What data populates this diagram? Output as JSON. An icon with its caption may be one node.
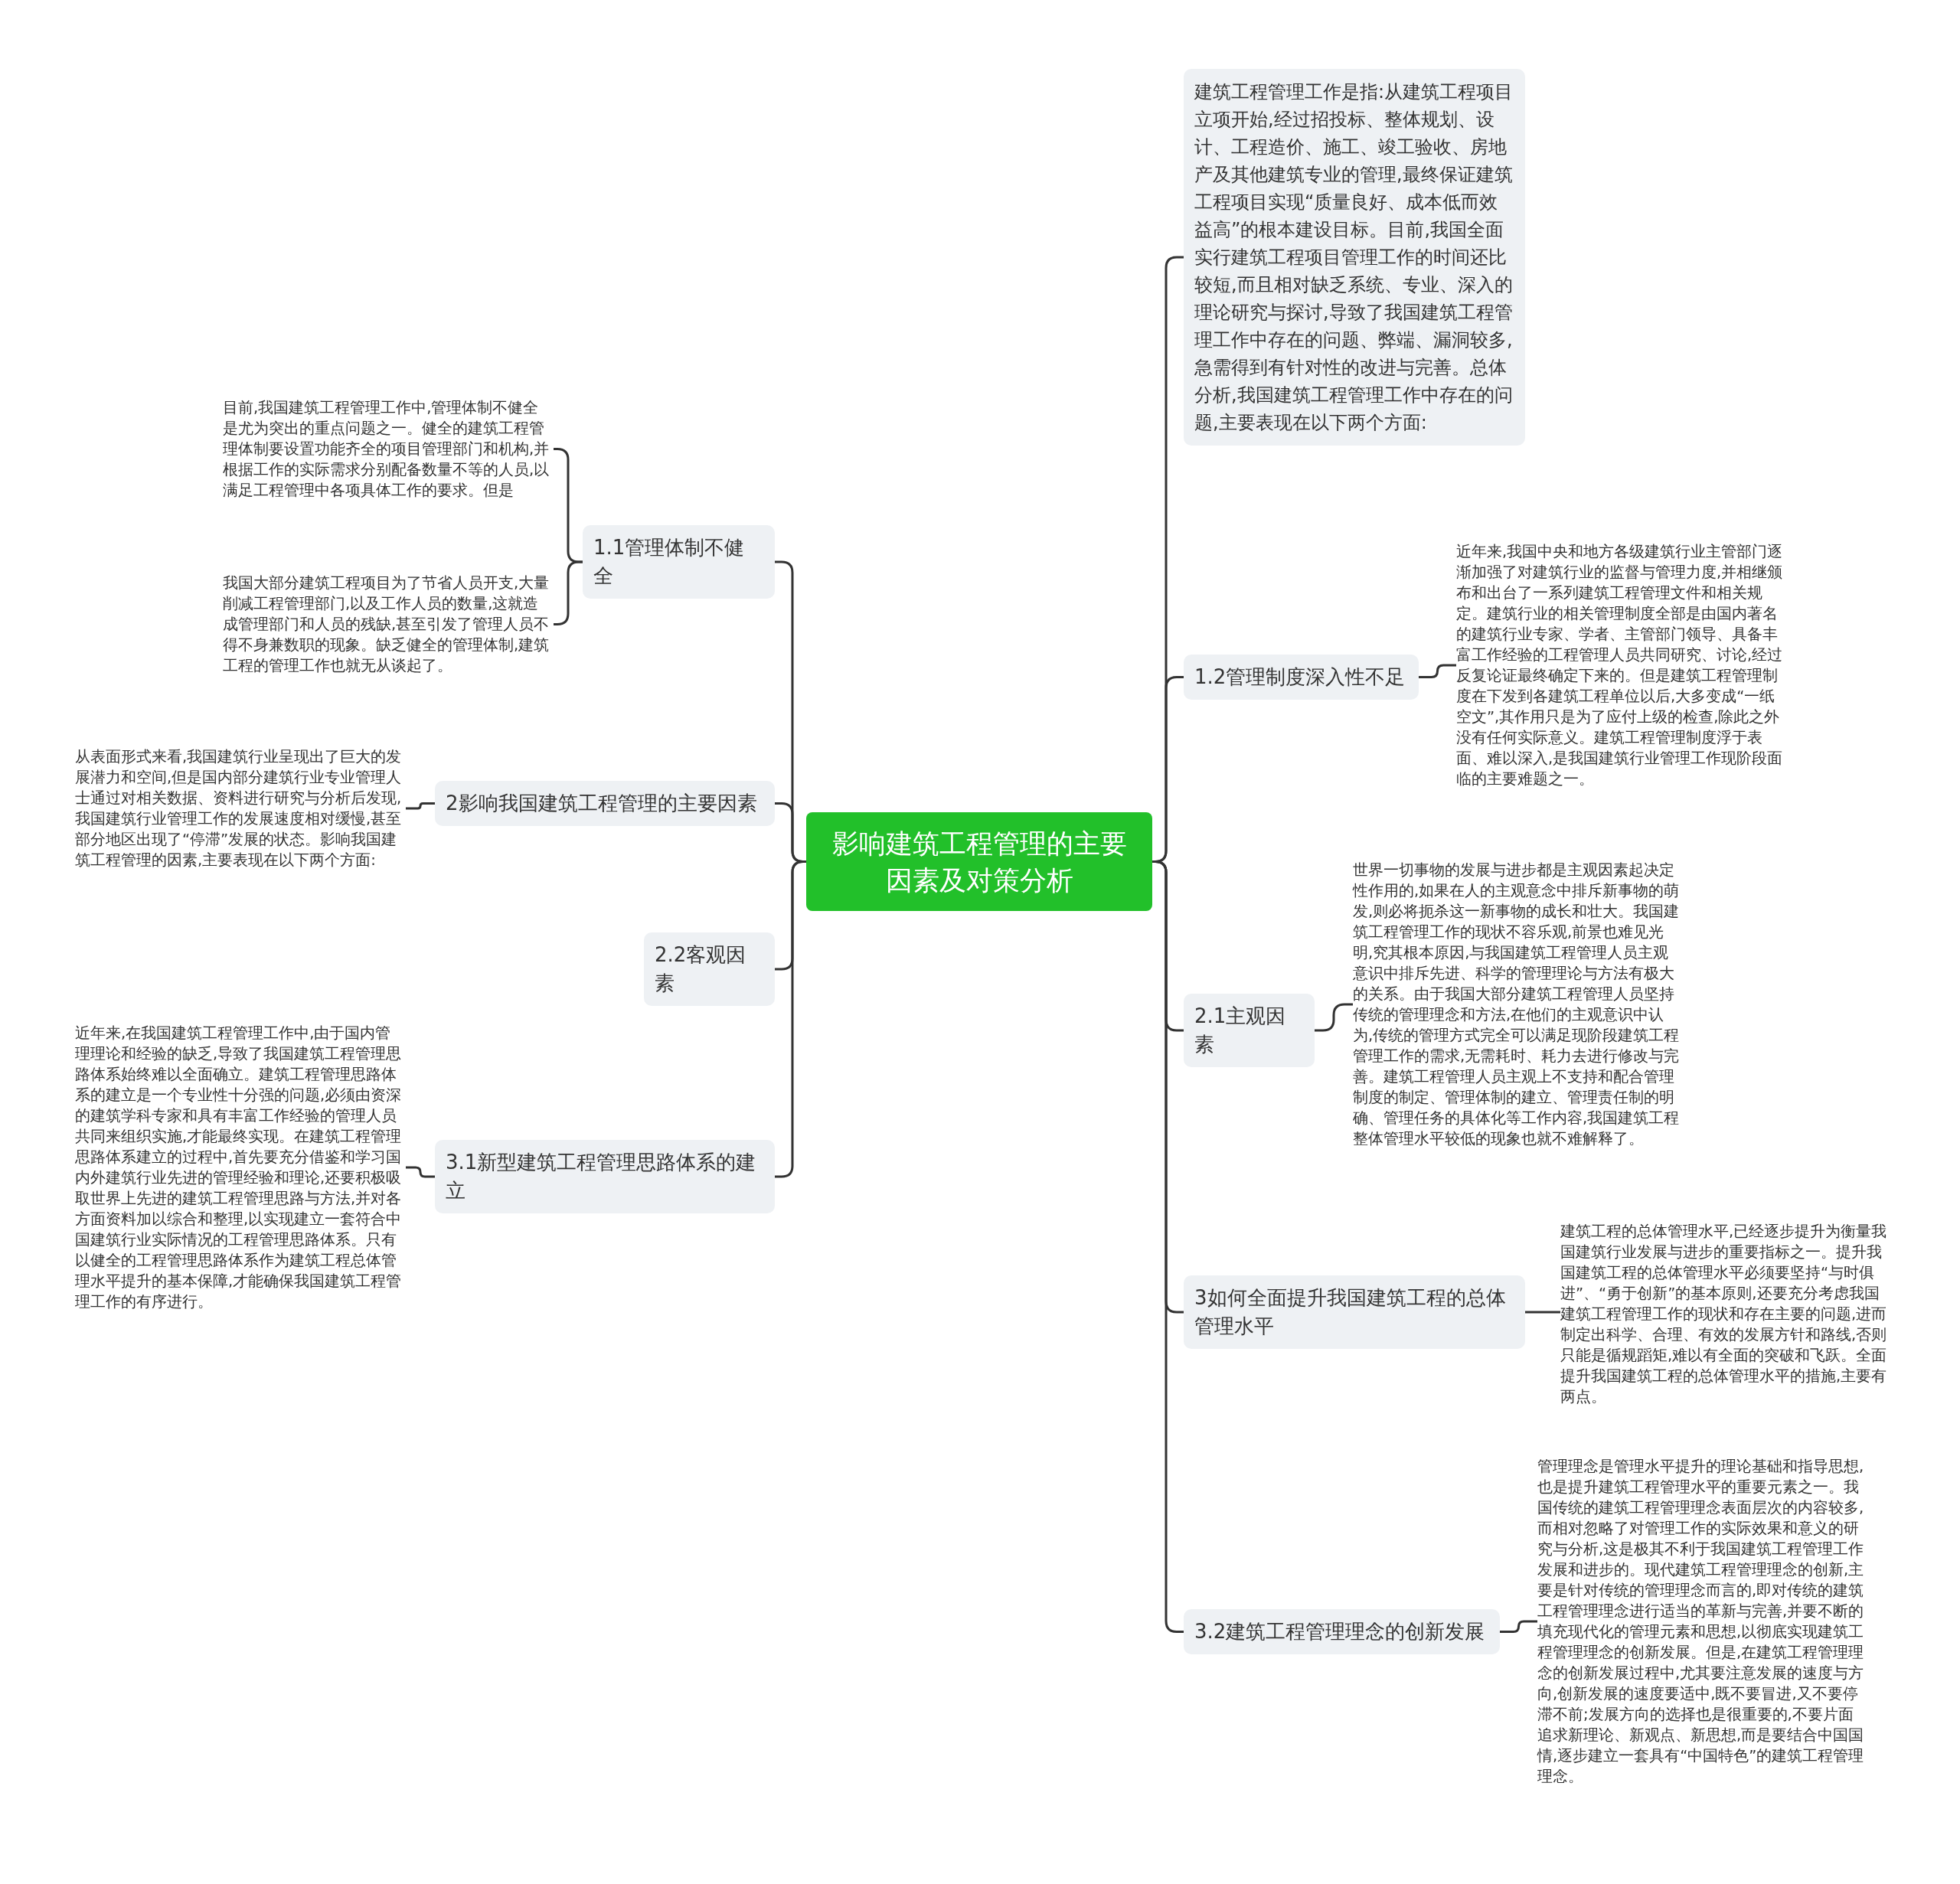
{
  "diagram": {
    "nodes": [
      {
        "text": [
          "影响建筑工程管理的主要因素及对策分析"
        ]
      },
      {
        "text": [
          "1.1管理体制不健全"
        ]
      },
      {
        "text": [
          "目前,我国建筑工程管理工作中,管理体制不健全是尤为突出的重点问题之一。健全的建筑工程管理体制要设置功能齐全的项目管理部门和机构,并根据工作的实际需求分别配备数量不等的人员,以满足工程管理中各项具体工作的要求。但是"
        ]
      },
      {
        "text": [
          "我国大部分建筑工程项目为了节省人员开支,大量削减工程管理部门,以及工作人员的数量,这就造成管理部门和人员的残缺,甚至引发了管理人员不得不身兼数职的现象。缺乏健全的管理体制,建筑工程的管理工作也就无从谈起了。"
        ]
      },
      {
        "text": [
          "2影响我国建筑工程管理的主要因素"
        ]
      },
      {
        "text": [
          "从表面形式来看,我国建筑行业呈现出了巨大的发展潜力和空间,但是国内部分建筑行业专业管理人士通过对相关数据、资料进行研究与分析后发现,我国建筑行业管理工作的发展速度相对缓慢,甚至部分地区出现了“停滞”发展的状态。影响我国建筑工程管理的因素,主要表现在以下两个方面:"
        ]
      },
      {
        "text": [
          "2.2客观因素"
        ]
      },
      {
        "text": [
          "3.1新型建筑工程管理思路体系的建立"
        ]
      },
      {
        "text": [
          "近年来,在我国建筑工程管理工作中,由于国内管理理论和经验的缺乏,导致了我国建筑工程管理思路体系始终难以全面确立。建筑工程管理思路体系的建立是一个专业性十分强的问题,必须由资深的建筑学科专家和具有丰富工作经验的管理人员共同来组织实施,才能最终实现。在建筑工程管理思路体系建立的过程中,首先要充分借鉴和学习国内外建筑行业先进的管理经验和理论,还要积极吸取世界上先进的建筑工程管理思路与方法,并对各方面资料加以综合和整理,以实现建立一套符合中国建筑行业实际情况的工程管理思路体系。只有以健全的工程管理思路体系作为建筑工程总体管理水平提升的基本保障,才能确保我国建筑工程管理工作的有序进行。"
        ]
      },
      {
        "text": [
          "建筑工程管理工作是指:从建筑工程项目立项开始,经过招投标、整体规划、设计、工程造价、施工、竣工验收、房地产及其他建筑专业的管理,最终保证建筑工程项目实现“质量良好、成本低而效益高”的根本建设目标。目前,我国全面实行建筑工程项目管理工作的时间还比较短,而且相对缺乏系统、专业、深入的理论研究与探讨,导致了我国建筑工程管理工作中存在的问题、弊端、漏洞较多,急需得到有针对性的改进与完善。总体分析,我国建筑工程管理工作中存在的问题,主要表现在以下两个方面:"
        ]
      },
      {
        "text": [
          "1.2管理制度深入性不足"
        ]
      },
      {
        "text": [
          "近年来,我国中央和地方各级建筑行业主管部门逐渐加强了对建筑行业的监督与管理力度,并相继颁布和出台了一系列建筑工程管理文件和相关规定。建筑行业的相关管理制度全部是由国内著名的建筑行业专家、学者、主管部门领导、具备丰富工作经验的工程管理人员共同研究、讨论,经过反复论证最终确定下来的。但是建筑工程管理制度在下发到各建筑工程单位以后,大多变成“一纸空文”,其作用只是为了应付上级的检查,除此之外没有任何实际意义。建筑工程管理制度浮于表面、难以深入,是我国建筑行业管理工作现阶段面临的主要难题之一。"
        ]
      },
      {
        "text": [
          "2.1主观因素"
        ]
      },
      {
        "text": [
          "世界一切事物的发展与进步都是主观因素起决定性作用的,如果在人的主观意念中排斥新事物的萌发,则必将扼杀这一新事物的成长和壮大。我国建筑工程管理工作的现状不容乐观,前景也难见光明,究其根本原因,与我国建筑工程管理人员主观意识中排斥先进、科学的管理理论与方法有极大的关系。由于我国大部分建筑工程管理人员坚持传统的管理理念和方法,在他们的主观意识中认为,传统的管理方式完全可以满足现阶段建筑工程管理工作的需求,无需耗时、耗力去进行修改与完善。建筑工程管理人员主观上不支持和配合管理制度的制定、管理体制的建立、管理责任制的明确、管理任务的具体化等工作内容,我国建筑工程整体管理水平较低的现象也就不难解释了。"
        ]
      },
      {
        "text": [
          "3如何全面提升我国建筑工程的总体管理水平"
        ]
      },
      {
        "text": [
          "建筑工程的总体管理水平,已经逐步提升为衡量我国建筑行业发展与进步的重要指标之一。提升我国建筑工程的总体管理水平必须要坚持“与时俱进”、“勇于创新”的基本原则,还要充分考虑我国建筑工程管理工作的现状和存在主要的问题,进而制定出科学、合理、有效的发展方针和路线,否则只能是循规蹈矩,难以有全面的突破和飞跃。全面提升我国建筑工程的总体管理水平的措施,主要有两点。"
        ]
      },
      {
        "text": [
          "3.2建筑工程管理理念的创新发展"
        ]
      },
      {
        "text": [
          "管理理念是管理水平提升的理论基础和指导思想,也是提升建筑工程管理水平的重要元素之一。我国传统的建筑工程管理理念表面层次的内容较多,而相对忽略了对管理工作的实际效果和意义的研究与分析,这是极其不利于我国建筑工程管理工作发展和进步的。现代建筑工程管理理念的创新,主要是针对传统的管理理念而言的,即对传统的建筑工程管理理念进行适当的革新与完善,并要不断的填充现代化的管理元素和思想,以彻底实现建筑工程管理理念的创新发展。但是,在建筑工程管理理念的创新发展过程中,尤其要注意发展的速度与方向,创新发展的速度要适中,既不要冒进,又不要停滞不前;发展方向的选择也是很重要的,不要片面追求新理论、新观点、新思想,而是要结合中国国情,逐步建立一套具有“中国特色”的建筑工程管理理念。"
        ]
      }
    ],
    "edges": [
      {
        "from": 0,
        "to": 1,
        "arrow": "none"
      },
      {
        "from": 0,
        "to": 4,
        "arrow": "none"
      },
      {
        "from": 0,
        "to": 6,
        "arrow": "none"
      },
      {
        "from": 0,
        "to": 7,
        "arrow": "none"
      },
      {
        "from": 0,
        "to": 9,
        "arrow": "none"
      },
      {
        "from": 0,
        "to": 10,
        "arrow": "none"
      },
      {
        "from": 0,
        "to": 12,
        "arrow": "none"
      },
      {
        "from": 0,
        "to": 14,
        "arrow": "none"
      },
      {
        "from": 0,
        "to": 16,
        "arrow": "none"
      },
      {
        "from": 1,
        "to": 2,
        "arrow": "none"
      },
      {
        "from": 1,
        "to": 3,
        "arrow": "none"
      },
      {
        "from": 4,
        "to": 5,
        "arrow": "none"
      },
      {
        "from": 7,
        "to": 8,
        "arrow": "none"
      },
      {
        "from": 10,
        "to": 11,
        "arrow": "none"
      },
      {
        "from": 12,
        "to": 13,
        "arrow": "none"
      },
      {
        "from": 14,
        "to": 15,
        "arrow": "none"
      },
      {
        "from": 16,
        "to": 17,
        "arrow": "none"
      }
    ]
  }
}
